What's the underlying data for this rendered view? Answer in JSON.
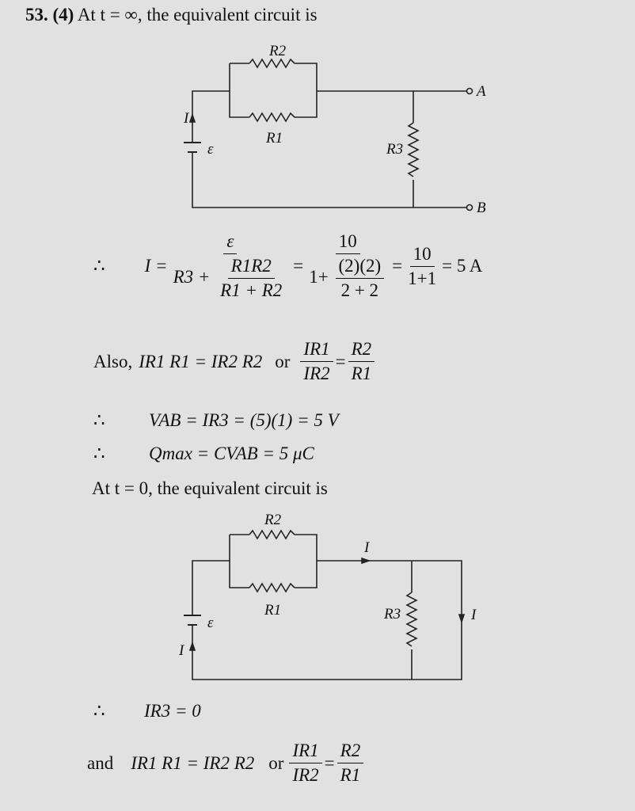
{
  "heading": {
    "number": "53.",
    "option": "(4)",
    "text": "At t = ∞, the equivalent circuit is"
  },
  "circuit1": {
    "R1": "R1",
    "R2": "R2",
    "R3": "R3",
    "I": "I",
    "emf": "ε",
    "A": "A",
    "B": "B"
  },
  "eq1": {
    "therefore": "∴",
    "lhs": "I =",
    "num1": "ε",
    "den1a": "R3 +",
    "den1_num": "R1R2",
    "den1_den": "R1 + R2",
    "eq": "=",
    "num2": "10",
    "den2a": "1+",
    "den2_num": "(2)(2)",
    "den2_den": "2 + 2",
    "num3": "10",
    "den3": "1+1",
    "result": "= 5 A"
  },
  "also": {
    "prefix": "Also,",
    "lhs": "IR1 R1 = IR2 R2",
    "or": "or",
    "num_l": "IR1",
    "den_l": "IR2",
    "eq": "=",
    "num_r": "R2",
    "den_r": "R1"
  },
  "vab": {
    "therefore": "∴",
    "text": "VAB = IR3 = (5)(1) = 5 V"
  },
  "qmax": {
    "therefore": "∴",
    "text": "Qmax = CVAB = 5 μC"
  },
  "t0": {
    "text": "At t = 0, the equivalent circuit is"
  },
  "circuit2": {
    "R1": "R1",
    "R2": "R2",
    "R3": "R3",
    "I_top": "I",
    "I_right": "I",
    "I_left": "I",
    "emf": "ε"
  },
  "ir3": {
    "therefore": "∴",
    "text": "IR3 = 0"
  },
  "and": {
    "prefix": "and",
    "lhs": "IR1 R1 = IR2 R2",
    "or": "or",
    "num_l": "IR1",
    "den_l": "IR2",
    "eq": "=",
    "num_r": "R2",
    "den_r": "R1"
  }
}
